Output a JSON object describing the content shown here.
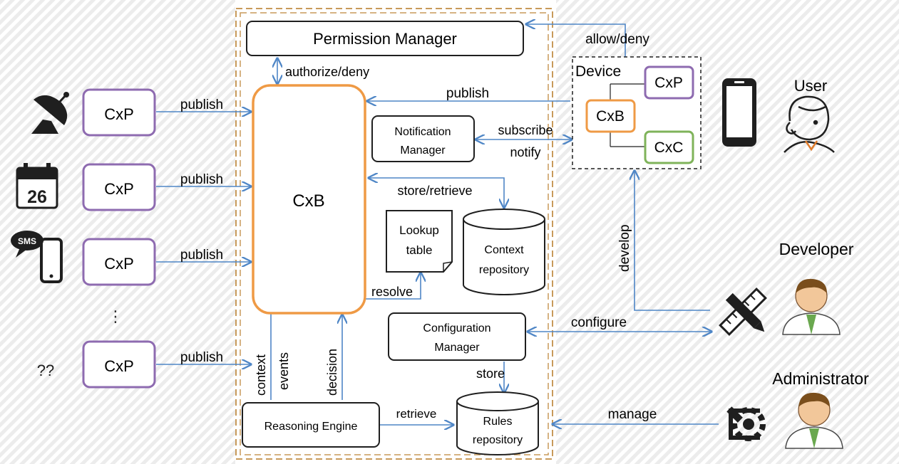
{
  "components": {
    "permission_manager": "Permission Manager",
    "cxb_main": "CxB",
    "notification_manager": [
      "Notification",
      "Manager"
    ],
    "lookup_table": [
      "Lookup",
      "table"
    ],
    "context_repository": [
      "Context",
      "repository"
    ],
    "configuration_manager": [
      "Configuration",
      "Manager"
    ],
    "reasoning_engine": "Reasoning Engine",
    "rules_repository": [
      "Rules",
      "repository"
    ]
  },
  "device": {
    "title": "Device",
    "cxp": "CxP",
    "cxb": "CxB",
    "cxc": "CxC"
  },
  "sources": [
    {
      "label": "CxP",
      "icon": "satellite-dish-icon"
    },
    {
      "label": "CxP",
      "icon": "calendar-icon",
      "icon_text": "26"
    },
    {
      "label": "CxP",
      "icon": "sms-phone-icon",
      "icon_text": "SMS"
    },
    {
      "label": "CxP",
      "icon": "unknown-source",
      "icon_text": "??"
    }
  ],
  "ellipsis": "⋮",
  "edges": {
    "publish": "publish",
    "authorize_deny": "authorize/deny",
    "allow_deny": "allow/deny",
    "subscribe": "subscribe",
    "notify": "notify",
    "store_retrieve": "store/retrieve",
    "resolve": "resolve",
    "context": "context",
    "events": "events",
    "decision": "decision",
    "retrieve": "retrieve",
    "store": "store",
    "configure": "configure",
    "manage": "manage",
    "develop": "develop"
  },
  "actors": {
    "user": "User",
    "developer": "Developer",
    "administrator": "Administrator"
  },
  "colors": {
    "purple": "#8e6bb0",
    "orange": "#ef9a45",
    "green": "#7fb35a",
    "arrow": "#4f86c6",
    "dash_border": "#c89a5a",
    "stripe": "#e6e6e6",
    "dark": "#1f1f1f",
    "tie": "#6aa84f",
    "skin": "#f2c79a",
    "hair": "#7a4e1c"
  }
}
